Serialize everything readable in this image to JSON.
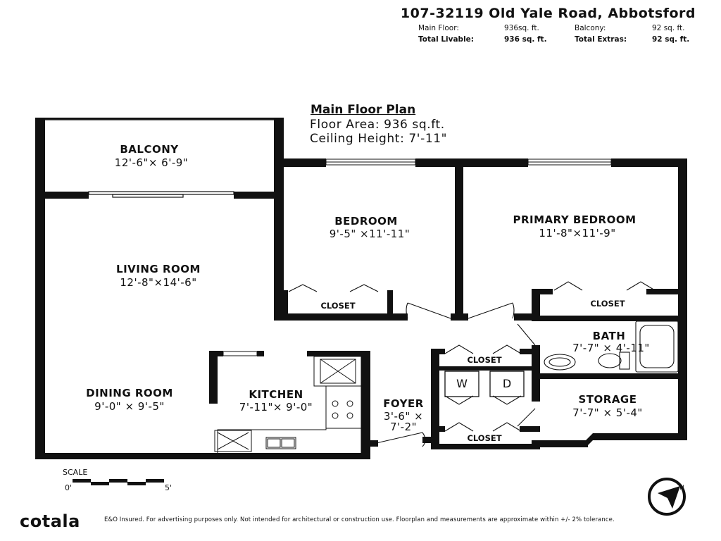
{
  "header": {
    "address": "107-32119 Old Yale Road, Abbotsford",
    "main_floor_label": "Main Floor:",
    "main_floor_value": "936sq. ft.",
    "balcony_label": "Balcony:",
    "balcony_value": "92 sq. ft.",
    "total_livable_label": "Total Livable:",
    "total_livable_value": "936 sq. ft.",
    "total_extras_label": "Total Extras:",
    "total_extras_value": "92 sq. ft."
  },
  "plan": {
    "title": "Main Floor Plan",
    "floor_area": "Floor Area: 936 sq.ft.",
    "ceiling_height": "Ceiling Height: 7'-11\""
  },
  "rooms": {
    "balcony": {
      "name": "BALCONY",
      "dims": "12'-6\"× 6'-9\""
    },
    "bedroom": {
      "name": "BEDROOM",
      "dims": "9'-5\" ×11'-11\""
    },
    "primary_bedroom": {
      "name": "PRIMARY BEDROOM",
      "dims": "11'-8\"×11'-9\""
    },
    "living_room": {
      "name": "LIVING ROOM",
      "dims": "12'-8\"×14'-6\""
    },
    "dining_room": {
      "name": "DINING ROOM",
      "dims": "9'-0\" × 9'-5\""
    },
    "kitchen": {
      "name": "KITCHEN",
      "dims": "7'-11\"× 9'-0\""
    },
    "foyer": {
      "name": "FOYER",
      "dims_line1": "3'-6\" ×",
      "dims_line2": "7'-2\""
    },
    "bath": {
      "name": "BATH",
      "dims": "7'-7\" × 4'-11\""
    },
    "storage": {
      "name": "STORAGE",
      "dims": "7'-7\" × 5'-4\""
    },
    "closet_label": "CLOSET"
  },
  "appliances": {
    "washer": "W",
    "dryer": "D"
  },
  "scale": {
    "label": "SCALE",
    "min": "0'",
    "max": "5'"
  },
  "compass": {
    "north": "N"
  },
  "footer": {
    "brand": "cotala",
    "disclaimer": "E&O Insured. For advertising purposes only. Not intended for architectural or construction use. Floorplan and measurements are approximate within +/- 2% tolerance."
  }
}
